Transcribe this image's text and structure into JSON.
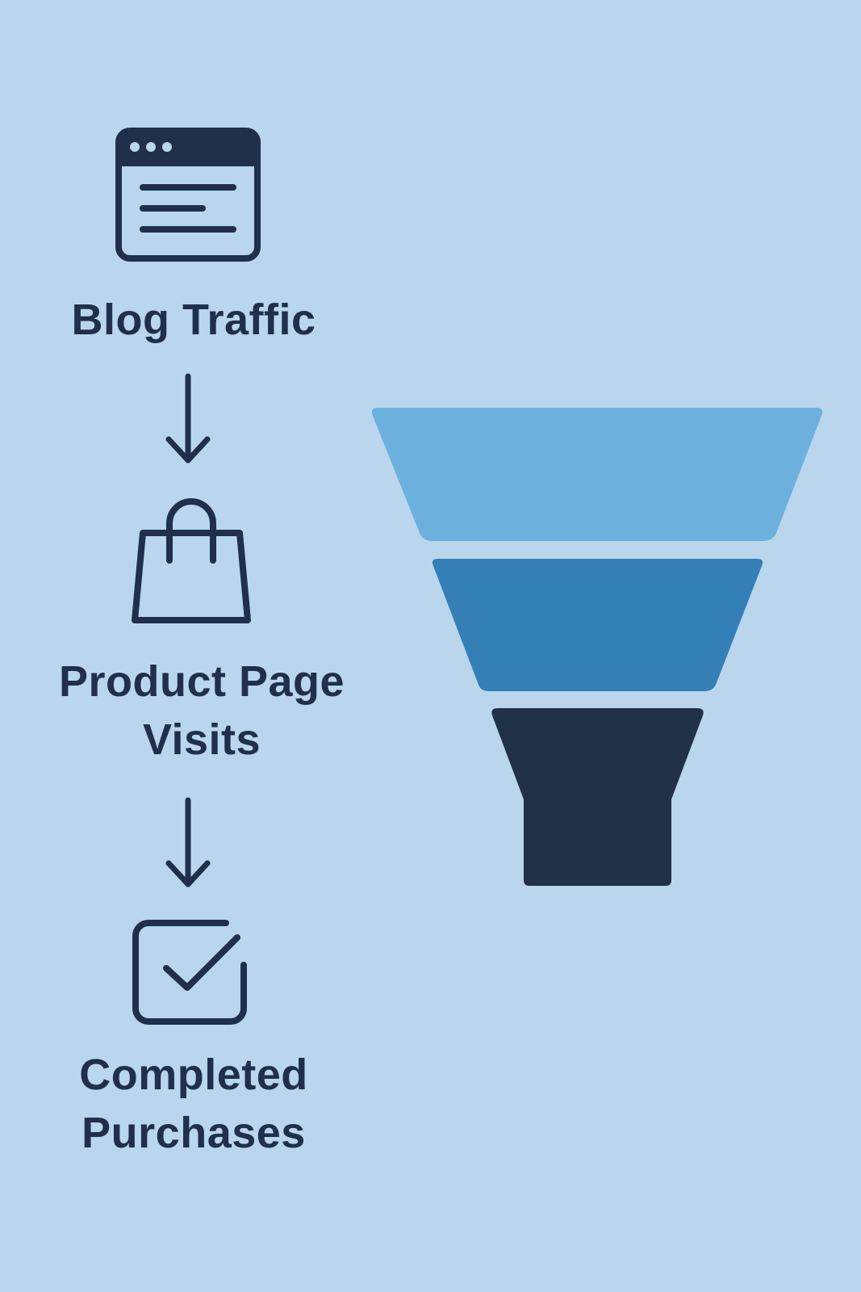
{
  "colors": {
    "background": "#b9d6ec",
    "ink": "#1f3048",
    "stage1": "#6cb0de",
    "stage2": "#347fb5",
    "stage3": "#213147"
  },
  "steps": [
    {
      "icon": "browser-window-icon",
      "label": "Blog Traffic"
    },
    {
      "icon": "shopping-bag-icon",
      "label_line1": "Product Page",
      "label_line2": "Visits"
    },
    {
      "icon": "checkbox-check-icon",
      "label_line1": "Completed",
      "label_line2": "Purchases"
    }
  ],
  "funnel": {
    "stages": [
      {
        "name": "Blog Traffic",
        "color": "#6cb0de"
      },
      {
        "name": "Product Page Visits",
        "color": "#347fb5"
      },
      {
        "name": "Completed Purchases",
        "color": "#213147"
      }
    ]
  }
}
